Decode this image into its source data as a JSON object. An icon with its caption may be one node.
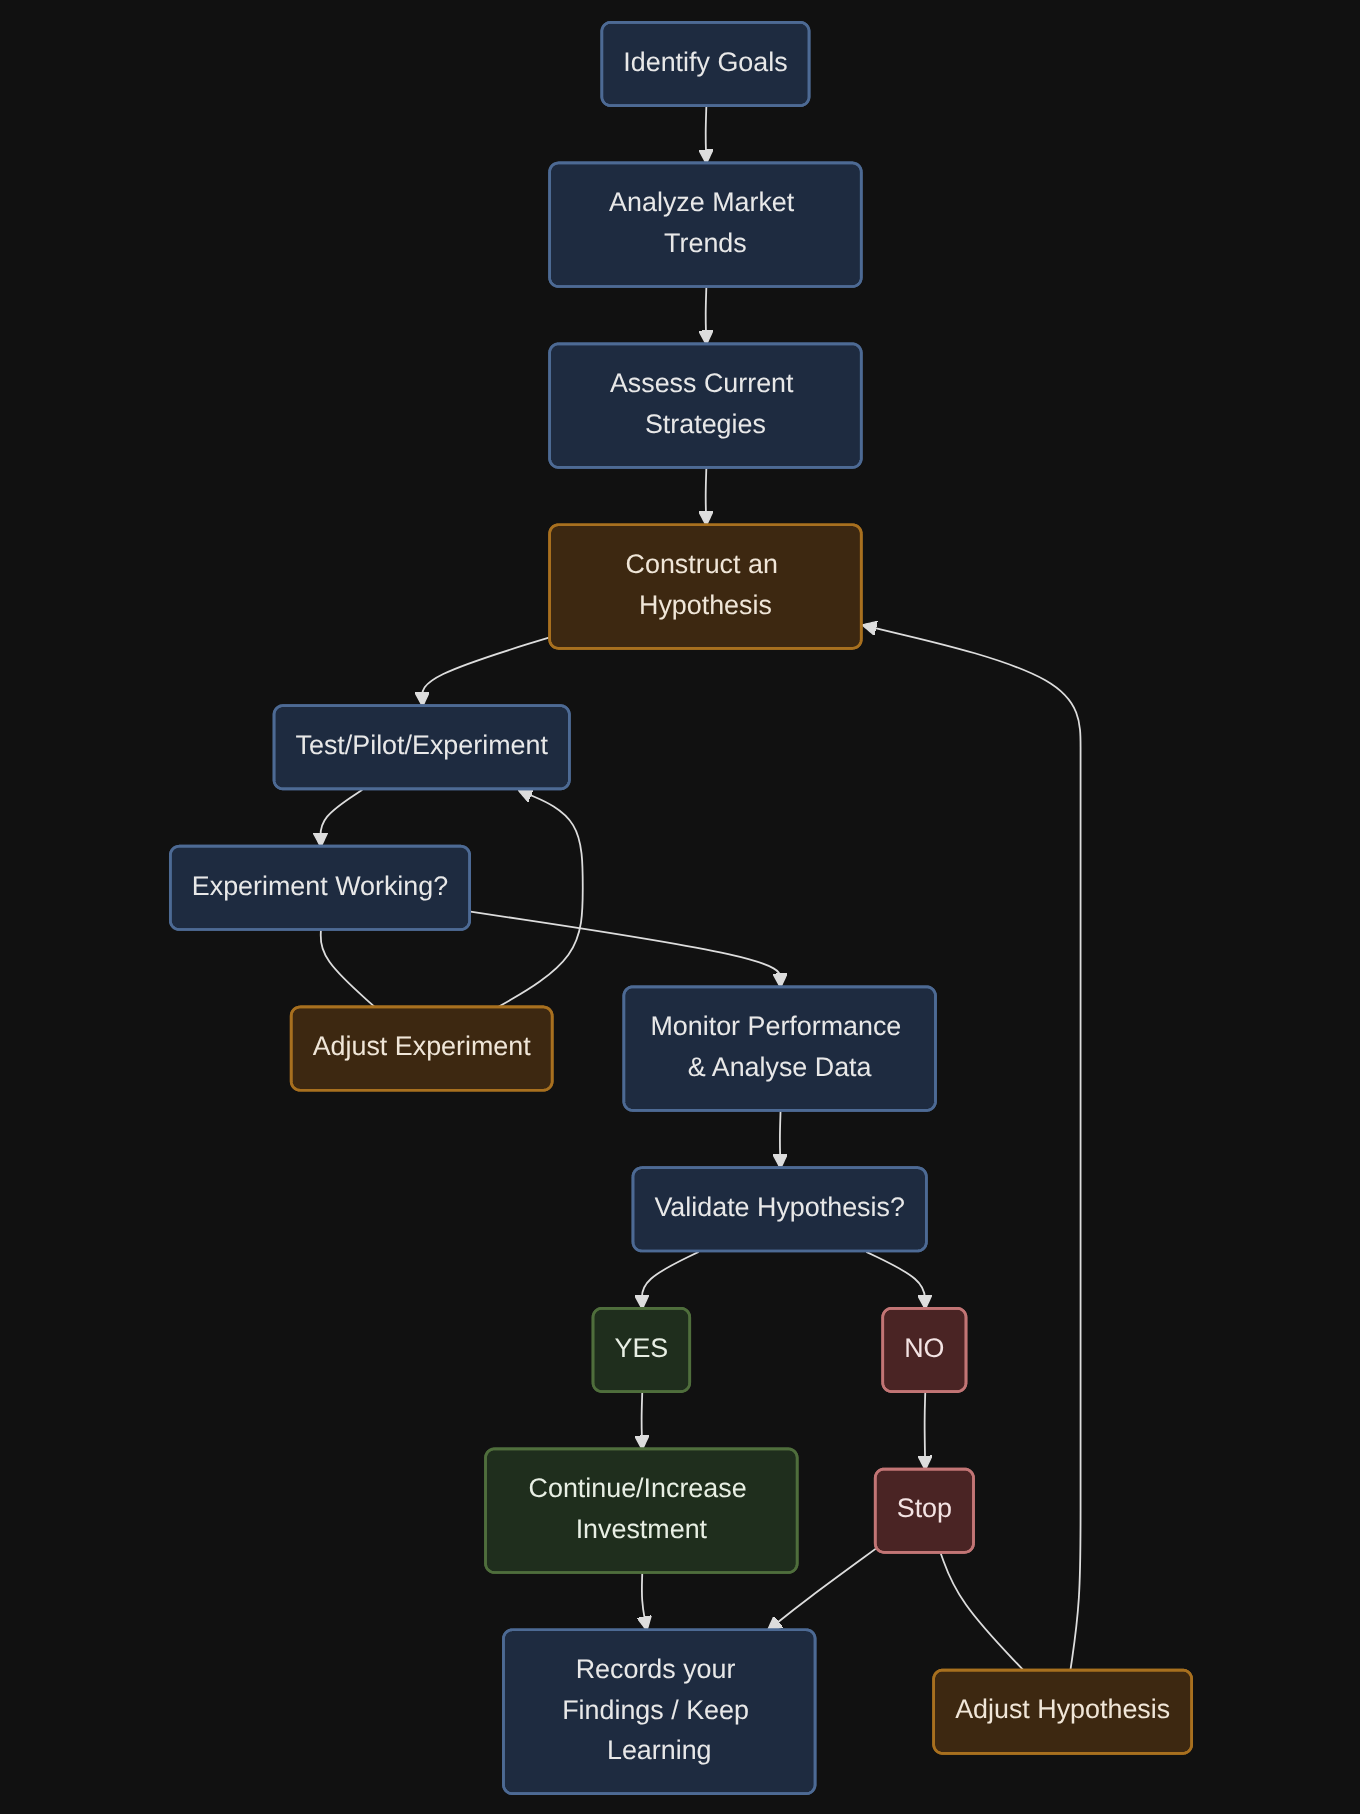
{
  "diagram": {
    "nodes": [
      {
        "text": [
          "Identify Goals"
        ]
      },
      {
        "text": [
          "Analyze Market Trends"
        ]
      },
      {
        "text": [
          "Assess Current Strategies"
        ]
      },
      {
        "text": [
          "Construct an Hypothesis"
        ]
      },
      {
        "text": [
          "Test/Pilot/Experiment"
        ]
      },
      {
        "text": [
          "Adjust Experiment"
        ]
      },
      {
        "text": [
          "Experiment Working?"
        ]
      },
      {
        "text": [
          "Monitor Performance & Analyse Data"
        ]
      },
      {
        "text": [
          "Adjust Hypothesis"
        ]
      },
      {
        "text": [
          "Validate Hypothesis?"
        ]
      },
      {
        "text": [
          "YES"
        ]
      },
      {
        "text": [
          "NO"
        ]
      },
      {
        "text": [
          "Continue/Increase Investment"
        ]
      },
      {
        "text": [
          "Stop"
        ]
      },
      {
        "text": [
          "Records your Findings / Keep Learning"
        ]
      }
    ],
    "edges": [
      {
        "from": 0,
        "to": 1,
        "arrow": "to"
      },
      {
        "from": 1,
        "to": 2,
        "arrow": "to"
      },
      {
        "from": 2,
        "to": 3,
        "arrow": "to"
      },
      {
        "from": 3,
        "to": 4,
        "arrow": "to"
      },
      {
        "from": 4,
        "to": 6,
        "arrow": "to"
      },
      {
        "from": 6,
        "to": 5,
        "arrow": "none"
      },
      {
        "from": 5,
        "to": 4,
        "arrow": "to"
      },
      {
        "from": 6,
        "to": 7,
        "arrow": "to"
      },
      {
        "from": 7,
        "to": 9,
        "arrow": "to"
      },
      {
        "from": 9,
        "to": 10,
        "arrow": "to"
      },
      {
        "from": 9,
        "to": 11,
        "arrow": "to"
      },
      {
        "from": 10,
        "to": 12,
        "arrow": "to"
      },
      {
        "from": 11,
        "to": 13,
        "arrow": "to"
      },
      {
        "from": 12,
        "to": 14,
        "arrow": "to"
      },
      {
        "from": 13,
        "to": 14,
        "arrow": "to"
      },
      {
        "from": 13,
        "to": 8,
        "arrow": "none"
      },
      {
        "from": 8,
        "to": 3,
        "arrow": "to"
      }
    ]
  }
}
